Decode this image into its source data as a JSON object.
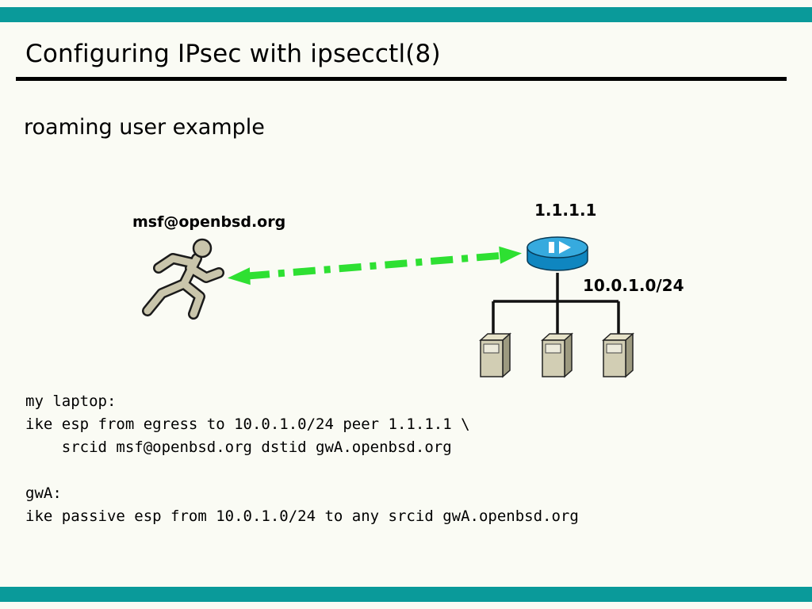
{
  "slide": {
    "title": "Configuring IPsec with ipsecctl(8)",
    "subtitle": "roaming user example",
    "accent_color": "#0a9a9a",
    "tunnel_arrow_color": "#2ee032"
  },
  "diagram": {
    "user_label": "msf@openbsd.org",
    "router_ip": "1.1.1.1",
    "network_label": "10.0.1.0/24",
    "icons": {
      "user": "running-person-icon",
      "gateway": "router-icon",
      "hosts": "server-icon"
    }
  },
  "code": {
    "laptop": [
      "my laptop:",
      "ike esp from egress to 10.0.1.0/24 peer 1.1.1.1 \\",
      "    srcid msf@openbsd.org dstid gwA.openbsd.org"
    ],
    "gateway": [
      "gwA:",
      "ike passive esp from 10.0.1.0/24 to any srcid gwA.openbsd.org"
    ]
  }
}
